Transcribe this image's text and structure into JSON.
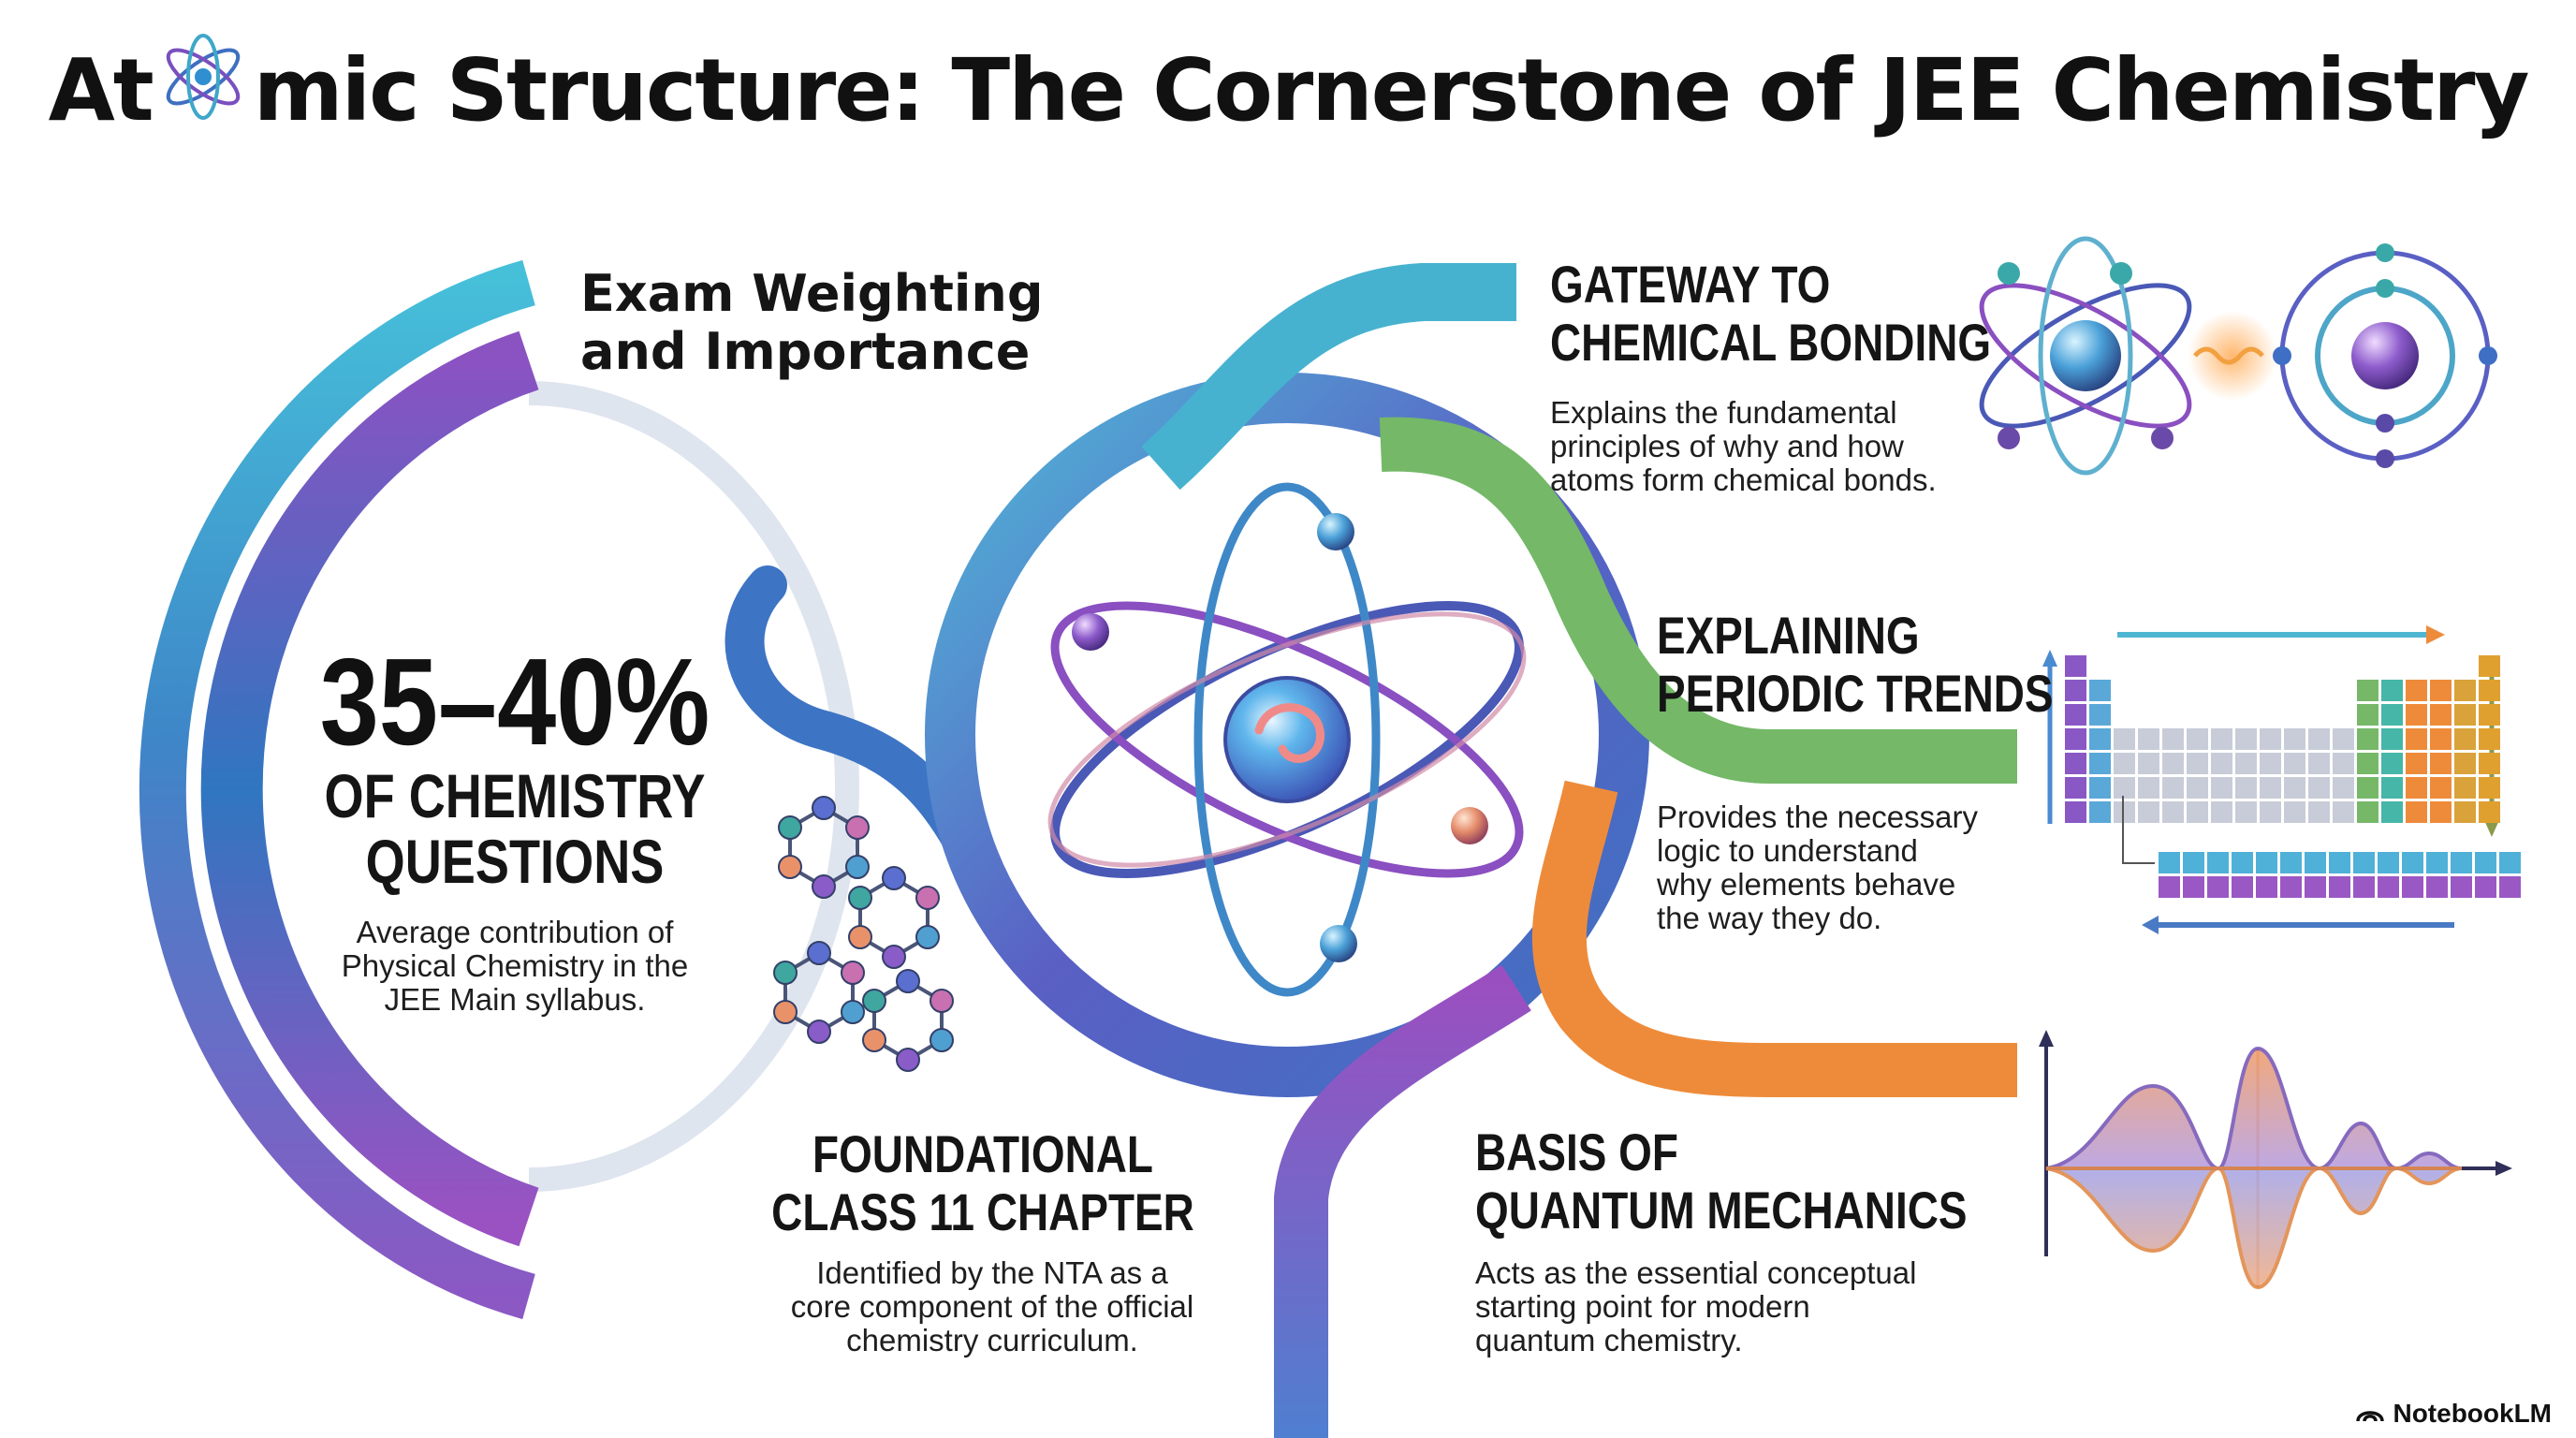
{
  "title": {
    "part1": "At",
    "part2": "mic Structure: The Cornerstone of JEE Chemistry"
  },
  "exam": {
    "title_line1": "Exam Weighting",
    "title_line2": "and Importance",
    "percentage": "35–40%",
    "label_line1": "OF CHEMISTRY",
    "label_line2": "QUESTIONS",
    "desc_line1": "Average contribution of",
    "desc_line2": "Physical Chemistry in the",
    "desc_line3": "JEE Main syllabus."
  },
  "foundational": {
    "title_line1": "FOUNDATIONAL",
    "title_line2": "CLASS 11 CHAPTER",
    "desc_line1": "Identified by the NTA as a",
    "desc_line2": "core component of the official",
    "desc_line3": "chemistry curriculum."
  },
  "bonding": {
    "title_line1": "GATEWAY TO",
    "title_line2": "CHEMICAL BONDING",
    "desc_line1": "Explains the fundamental",
    "desc_line2": "principles of why and how",
    "desc_line3": "atoms form chemical bonds."
  },
  "periodic": {
    "title_line1": "EXPLAINING",
    "title_line2": "PERIODIC TRENDS",
    "desc_line1": "Provides the necessary",
    "desc_line2": "logic to understand",
    "desc_line3": "why elements behave",
    "desc_line4": "the way they do."
  },
  "quantum": {
    "title_line1": "BASIS OF",
    "title_line2": "QUANTUM MECHANICS",
    "desc_line1": "Acts as the essential conceptual",
    "desc_line2": "starting point for modern",
    "desc_line3": "quantum chemistry."
  },
  "brand": {
    "name": "NotebookLM"
  },
  "icons": {
    "title_atom": "atom-icon",
    "central_atom": "atom-icon",
    "molecule": "molecule-icon",
    "bonding": "bonding-atoms-icon",
    "periodic": "periodic-table-icon",
    "wave": "wave-function-icon",
    "brand": "notebooklm-logo-icon"
  },
  "colors": {
    "teal": "#3fb6d6",
    "blue": "#2f6fbd",
    "purple": "#8a4fc0",
    "green": "#79b866",
    "orange": "#ee8d3a",
    "light_arc": "#dde3ec"
  }
}
